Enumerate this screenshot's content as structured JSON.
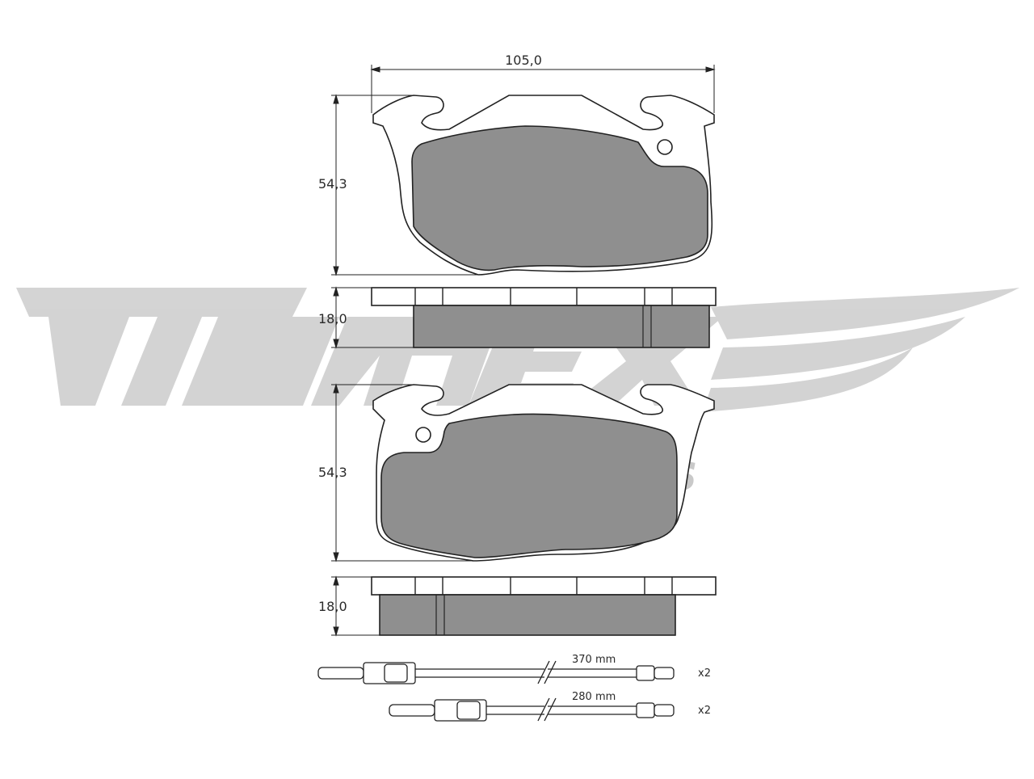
{
  "watermark": {
    "logo_text": "TOMEX",
    "sub_text": "brakes",
    "color": "#c9c9c9"
  },
  "dimensions": {
    "width_label": "105,0",
    "pad_top_height_label": "54,3",
    "pad_top_thickness_label": "18,0",
    "pad_bottom_height_label": "54,3",
    "pad_bottom_thickness_label": "18,0"
  },
  "sensors": [
    {
      "length_label": "370 mm",
      "quantity_label": "x2"
    },
    {
      "length_label": "280 mm",
      "quantity_label": "x2"
    }
  ],
  "colors": {
    "line": "#222222",
    "friction": "#8f8f8f",
    "background": "#ffffff"
  }
}
